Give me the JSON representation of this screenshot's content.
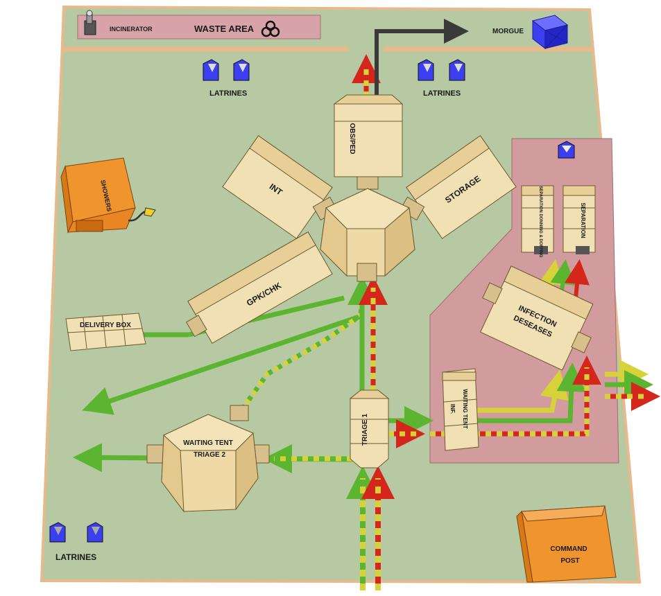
{
  "labels": {
    "incinerator": "INCINERATOR",
    "waste_area": "WASTE AREA",
    "morgue": "MORGUE",
    "latrines_top_left": "LATRINES",
    "latrines_top_right": "LATRINES",
    "latrines_bottom": "LATRINES",
    "showers": "SHOWERS",
    "obs_ped": "OBS/PED",
    "int": "INT",
    "storage": "STORAGE",
    "gpk_chk": "GPK/CHK",
    "delivery_box": "DELIVERY BOX",
    "separation_donning": "SEPARATION DONNING & DOFFING",
    "separation": "SEPARATION",
    "infection_line1": "INFECTION",
    "infection_line2": "DESEASES",
    "inf_waiting_line1": "INF.",
    "inf_waiting_line2": "WAITING TENT",
    "triage1": "TRIAGE 1",
    "waiting_line1": "WAITING TENT",
    "waiting_line2": "TRIAGE 2",
    "command_line1": "COMMAND",
    "command_line2": "POST"
  },
  "colors": {
    "ground": "#b7c9a2",
    "border": "#e8b98a",
    "waste_zone": "#d7a3a8",
    "infection_zone": "#d29b9e",
    "tent": "#f1e0b4",
    "tent_dark": "#d8c08c",
    "tent_roof": "#e8cf98",
    "orange": "#f0942e",
    "latrine_blue": "#3b3ff0",
    "green_path": "#5bb531",
    "yellow_path": "#d7d23a",
    "red_path": "#d4261b",
    "dark_path": "#3a3a3a"
  },
  "icons": [
    "biohazard-icon",
    "incinerator-icon",
    "latrine-icon",
    "morgue-box-icon",
    "hose-icon"
  ]
}
